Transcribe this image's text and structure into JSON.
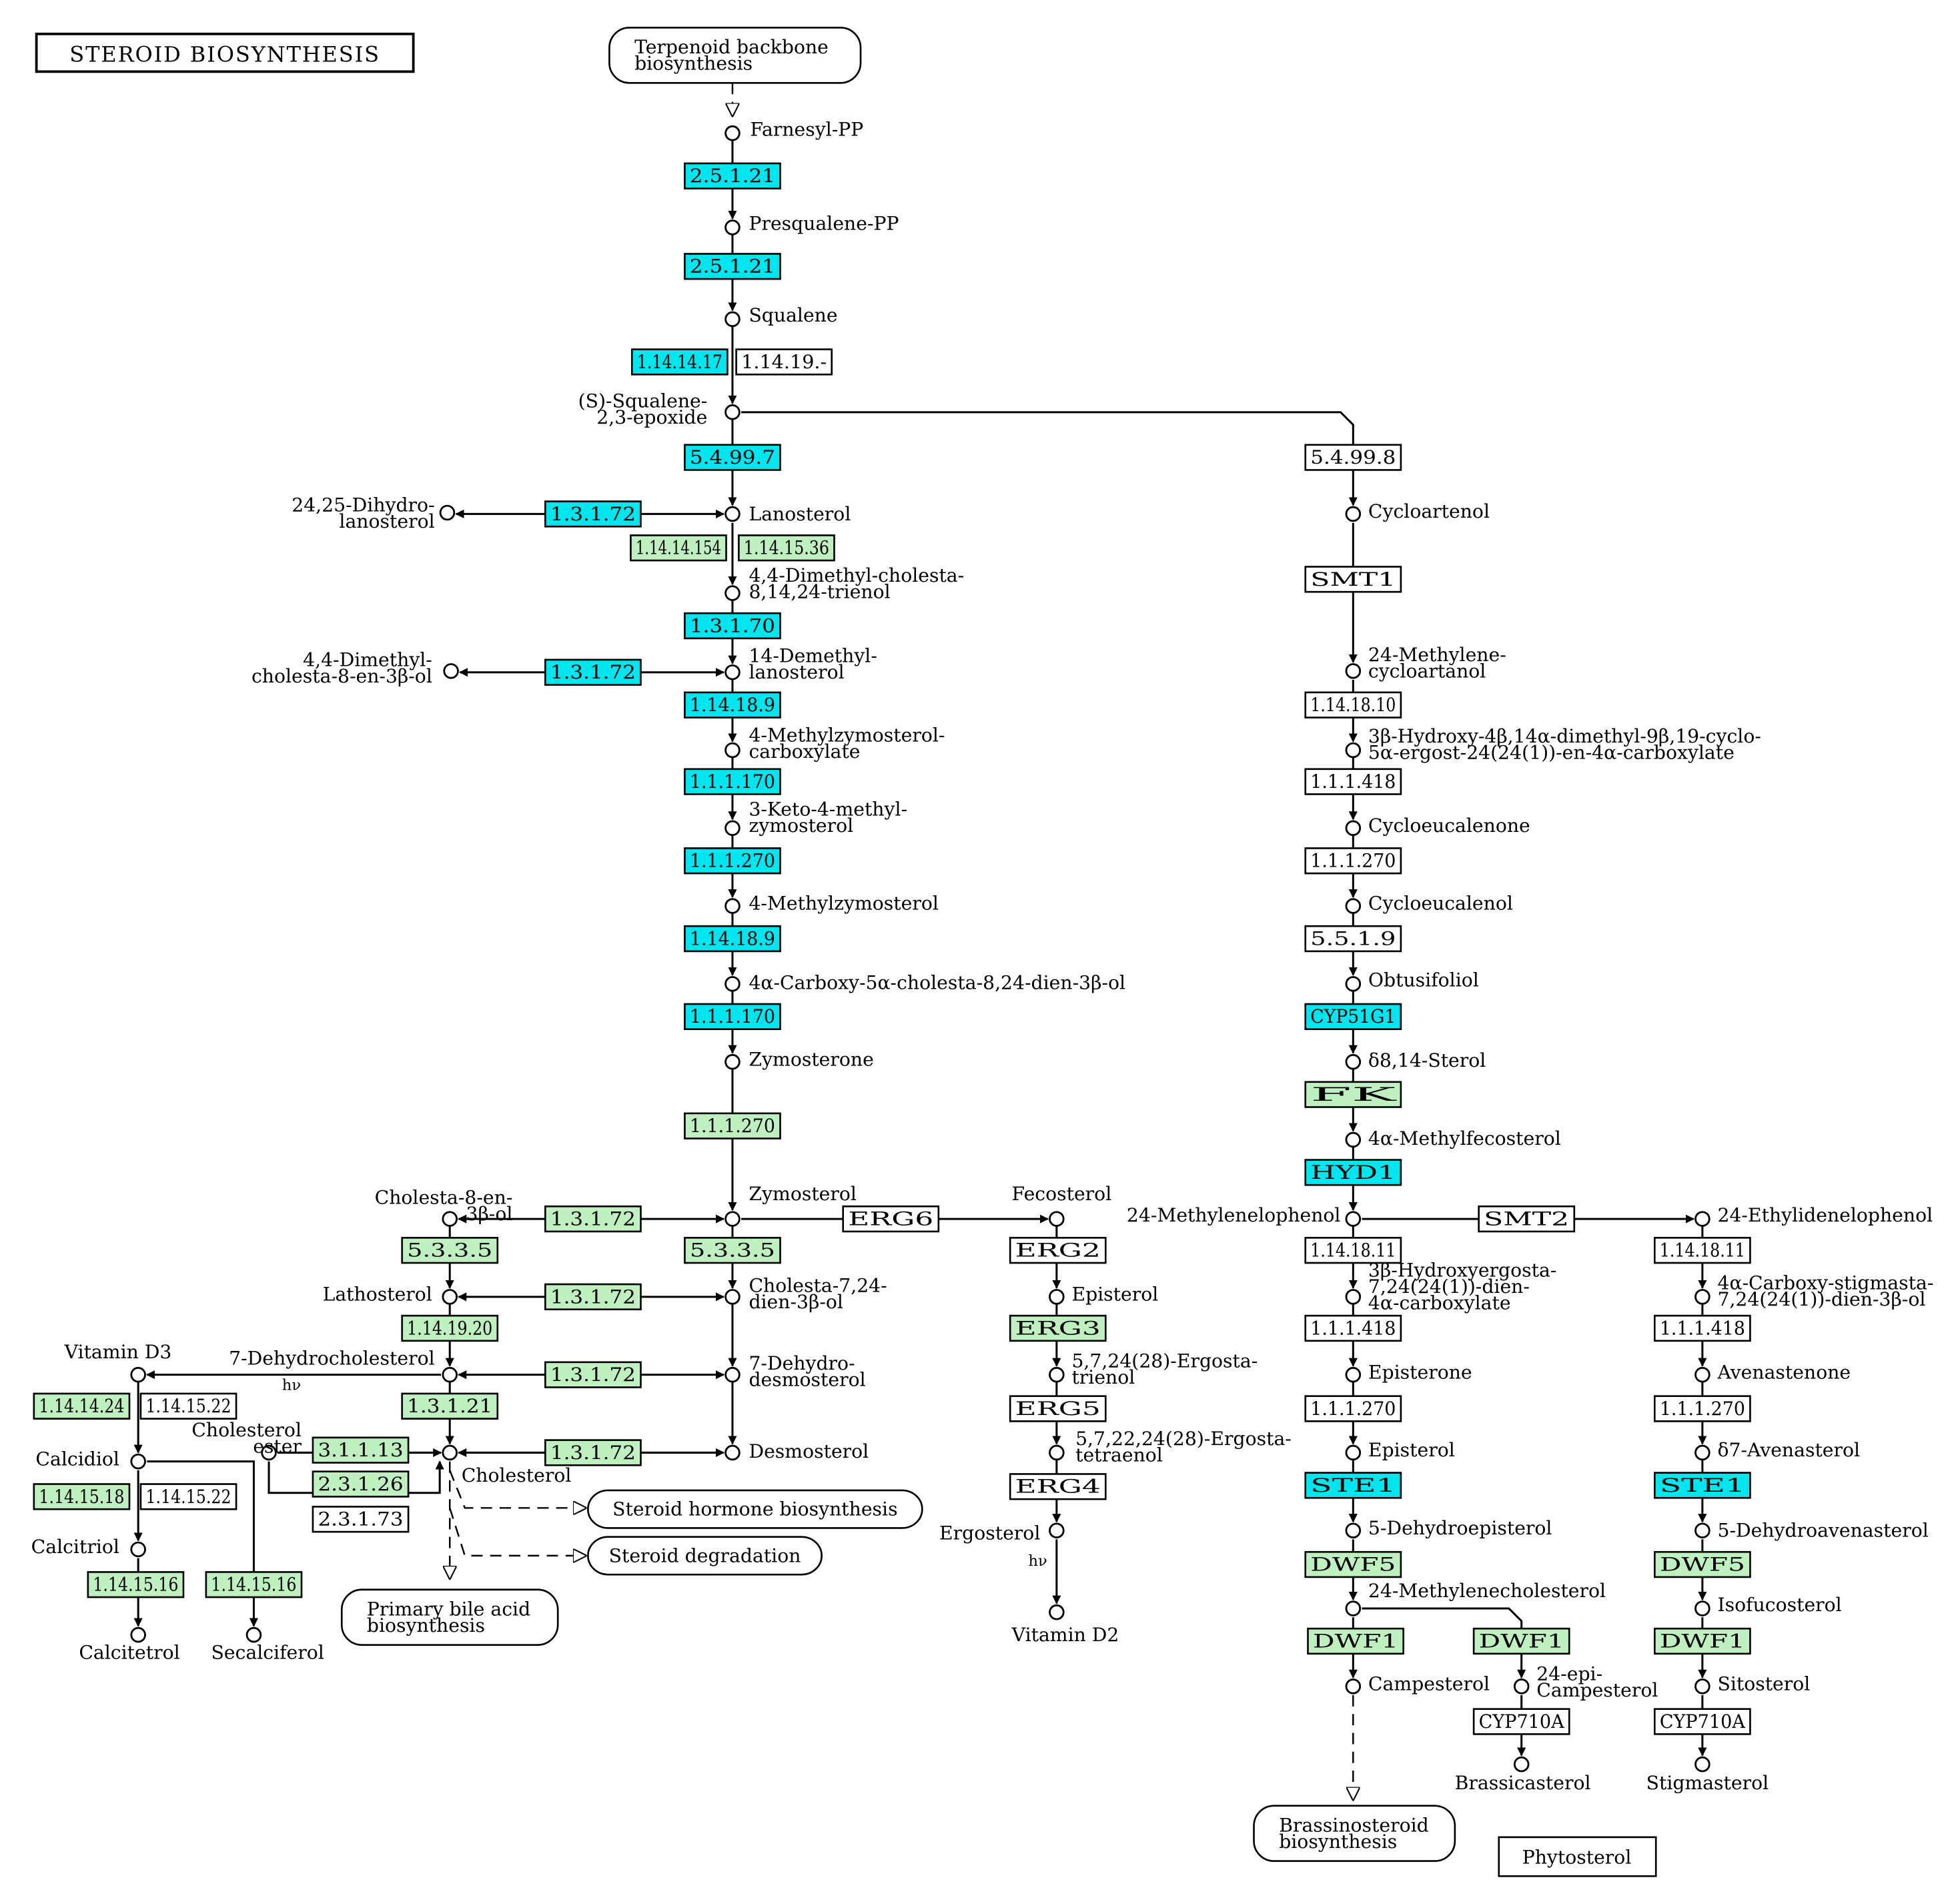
{
  "title": "STEROID BIOSYNTHESIS",
  "colors": {
    "cyan": "#00e5ee",
    "green": "#bff0bf",
    "white": "#ffffff",
    "line": "#000000"
  },
  "compounds": [
    {
      "id": "c1",
      "lines": [
        "Farnesyl-PP"
      ]
    },
    {
      "id": "c2",
      "lines": [
        "Presqualene-PP"
      ]
    },
    {
      "id": "c3",
      "lines": [
        "Squalene"
      ]
    },
    {
      "id": "c4",
      "lines": [
        "(S)-Squalene-",
        "2,3-epoxide"
      ]
    },
    {
      "id": "c5",
      "lines": [
        "Lanosterol"
      ]
    },
    {
      "id": "c6",
      "lines": [
        "24,25-Dihydro-",
        "lanosterol"
      ]
    },
    {
      "id": "c7",
      "lines": [
        "4,4-Dimethyl-cholesta-",
        "8,14,24-trienol"
      ]
    },
    {
      "id": "c8",
      "lines": [
        "14-Demethyl-",
        "lanosterol"
      ]
    },
    {
      "id": "c9",
      "lines": [
        "4,4-Dimethyl-",
        "cholesta-8-en-3β-ol"
      ]
    },
    {
      "id": "c10",
      "lines": [
        "4-Methylzymosterol-",
        "carboxylate"
      ]
    },
    {
      "id": "c11",
      "lines": [
        "3-Keto-4-methyl-",
        "zymosterol"
      ]
    },
    {
      "id": "c12",
      "lines": [
        "4-Methylzymosterol"
      ]
    },
    {
      "id": "c13",
      "lines": [
        "4α-Carboxy-5α-cholesta-8,24-dien-3β-ol"
      ]
    },
    {
      "id": "c14",
      "lines": [
        "Zymosterone"
      ]
    },
    {
      "id": "c15",
      "lines": [
        "Zymosterol"
      ]
    },
    {
      "id": "c16",
      "lines": [
        "Cholesta-8-en-",
        "3β-ol"
      ]
    },
    {
      "id": "c17",
      "lines": [
        "Cholesta-7,24-",
        "dien-3β-ol"
      ]
    },
    {
      "id": "c18",
      "lines": [
        "Lathosterol"
      ]
    },
    {
      "id": "c19",
      "lines": [
        "7-Dehydro-",
        "desmosterol"
      ]
    },
    {
      "id": "c20",
      "lines": [
        "7-Dehydrocholesterol"
      ]
    },
    {
      "id": "c21",
      "lines": [
        "Desmosterol"
      ]
    },
    {
      "id": "c22",
      "lines": [
        "Cholesterol"
      ]
    },
    {
      "id": "c23",
      "lines": [
        "Cholesterol",
        "ester"
      ]
    },
    {
      "id": "c24",
      "lines": [
        "Vitamin D3"
      ]
    },
    {
      "id": "c25",
      "lines": [
        "Calcidiol"
      ]
    },
    {
      "id": "c26",
      "lines": [
        "Calcitriol"
      ]
    },
    {
      "id": "c27",
      "lines": [
        "Calcitetrol"
      ]
    },
    {
      "id": "c28",
      "lines": [
        "Secalciferol"
      ]
    },
    {
      "id": "c29",
      "lines": [
        "Fecosterol"
      ]
    },
    {
      "id": "c30",
      "lines": [
        "Episterol"
      ]
    },
    {
      "id": "c31",
      "lines": [
        "5,7,24(28)-Ergosta-",
        "trienol"
      ]
    },
    {
      "id": "c32",
      "lines": [
        "5,7,22,24(28)-Ergosta-",
        "tetraenol"
      ]
    },
    {
      "id": "c33",
      "lines": [
        "Ergosterol"
      ]
    },
    {
      "id": "c34",
      "lines": [
        "Vitamin D2"
      ]
    },
    {
      "id": "c35",
      "lines": [
        "Cycloartenol"
      ]
    },
    {
      "id": "c36",
      "lines": [
        "24-Methylene-",
        "cycloartanol"
      ]
    },
    {
      "id": "c37",
      "lines": [
        "3β-Hydroxy-4β,14α-dimethyl-9β,19-cyclo-",
        "5α-ergost-24(24(1))-en-4α-carboxylate"
      ]
    },
    {
      "id": "c38",
      "lines": [
        "Cycloeucalenone"
      ]
    },
    {
      "id": "c39",
      "lines": [
        "Cycloeucalenol"
      ]
    },
    {
      "id": "c40",
      "lines": [
        "Obtusifoliol"
      ]
    },
    {
      "id": "c41",
      "lines": [
        "δ8,14-Sterol"
      ]
    },
    {
      "id": "c42",
      "lines": [
        "4α-Methylfecosterol"
      ]
    },
    {
      "id": "c43",
      "lines": [
        "24-Methylenelophenol"
      ]
    },
    {
      "id": "c44",
      "lines": [
        "24-Ethylidenelophenol"
      ]
    },
    {
      "id": "c45",
      "lines": [
        "3β-Hydroxyergosta-",
        "7,24(24(1))-dien-",
        "4α-carboxylate"
      ]
    },
    {
      "id": "c46",
      "lines": [
        "4α-Carboxy-stigmasta-",
        "7,24(24(1))-dien-3β-ol"
      ]
    },
    {
      "id": "c47",
      "lines": [
        "Episterone"
      ]
    },
    {
      "id": "c48",
      "lines": [
        "Avenastenone"
      ]
    },
    {
      "id": "c49",
      "lines": [
        "Episterol"
      ]
    },
    {
      "id": "c50",
      "lines": [
        "δ7-Avenasterol"
      ]
    },
    {
      "id": "c51",
      "lines": [
        "5-Dehydroepisterol"
      ]
    },
    {
      "id": "c52",
      "lines": [
        "5-Dehydroavenasterol"
      ]
    },
    {
      "id": "c53",
      "lines": [
        "24-Methylenecholesterol"
      ]
    },
    {
      "id": "c54",
      "lines": [
        "Isofucosterol"
      ]
    },
    {
      "id": "c55",
      "lines": [
        "Campesterol"
      ]
    },
    {
      "id": "c56",
      "lines": [
        "24-epi-",
        "Campesterol"
      ]
    },
    {
      "id": "c57",
      "lines": [
        "Sitosterol"
      ]
    },
    {
      "id": "c58",
      "lines": [
        "Brassicasterol"
      ]
    },
    {
      "id": "c59",
      "lines": [
        "Stigmasterol"
      ]
    }
  ],
  "enzymes": [
    {
      "id": "e1",
      "label": "2.5.1.21",
      "color": "cyan"
    },
    {
      "id": "e2",
      "label": "2.5.1.21",
      "color": "cyan"
    },
    {
      "id": "e3",
      "label": "1.14.14.17",
      "color": "cyan"
    },
    {
      "id": "e4",
      "label": "1.14.19.-",
      "color": "white"
    },
    {
      "id": "e5",
      "label": "5.4.99.7",
      "color": "cyan"
    },
    {
      "id": "e6",
      "label": "1.3.1.72",
      "color": "cyan"
    },
    {
      "id": "e7",
      "label": "1.14.14.154",
      "color": "green"
    },
    {
      "id": "e8",
      "label": "1.14.15.36",
      "color": "green"
    },
    {
      "id": "e9",
      "label": "1.3.1.70",
      "color": "cyan"
    },
    {
      "id": "e10",
      "label": "1.3.1.72",
      "color": "cyan"
    },
    {
      "id": "e11",
      "label": "1.14.18.9",
      "color": "cyan"
    },
    {
      "id": "e12",
      "label": "1.1.1.170",
      "color": "cyan"
    },
    {
      "id": "e13",
      "label": "1.1.1.270",
      "color": "cyan"
    },
    {
      "id": "e14",
      "label": "1.14.18.9",
      "color": "cyan"
    },
    {
      "id": "e15",
      "label": "1.1.1.170",
      "color": "cyan"
    },
    {
      "id": "e16",
      "label": "1.1.1.270",
      "color": "green"
    },
    {
      "id": "e17",
      "label": "1.3.1.72",
      "color": "green"
    },
    {
      "id": "e18",
      "label": "5.3.3.5",
      "color": "green"
    },
    {
      "id": "e19",
      "label": "5.3.3.5",
      "color": "green"
    },
    {
      "id": "e20",
      "label": "1.3.1.72",
      "color": "green"
    },
    {
      "id": "e21",
      "label": "1.14.19.20",
      "color": "green"
    },
    {
      "id": "e22",
      "label": "1.3.1.72",
      "color": "green"
    },
    {
      "id": "e23",
      "label": "1.3.1.21",
      "color": "green"
    },
    {
      "id": "e24",
      "label": "1.3.1.72",
      "color": "green"
    },
    {
      "id": "e25",
      "label": "3.1.1.13",
      "color": "green"
    },
    {
      "id": "e26",
      "label": "2.3.1.26",
      "color": "green"
    },
    {
      "id": "e27",
      "label": "2.3.1.73",
      "color": "white"
    },
    {
      "id": "e28",
      "label": "1.14.14.24",
      "color": "green"
    },
    {
      "id": "e29",
      "label": "1.14.15.22",
      "color": "white"
    },
    {
      "id": "e30",
      "label": "1.14.15.18",
      "color": "green"
    },
    {
      "id": "e31",
      "label": "1.14.15.22",
      "color": "white"
    },
    {
      "id": "e32",
      "label": "1.14.15.16",
      "color": "green"
    },
    {
      "id": "e33",
      "label": "1.14.15.16",
      "color": "green"
    },
    {
      "id": "e34",
      "label": "ERG6",
      "color": "white"
    },
    {
      "id": "e35",
      "label": "ERG2",
      "color": "white"
    },
    {
      "id": "e36",
      "label": "ERG3",
      "color": "green"
    },
    {
      "id": "e37",
      "label": "ERG5",
      "color": "white"
    },
    {
      "id": "e38",
      "label": "ERG4",
      "color": "white"
    },
    {
      "id": "e39",
      "label": "5.4.99.8",
      "color": "white"
    },
    {
      "id": "e40",
      "label": "SMT1",
      "color": "white"
    },
    {
      "id": "e41",
      "label": "1.14.18.10",
      "color": "white"
    },
    {
      "id": "e42",
      "label": "1.1.1.418",
      "color": "white"
    },
    {
      "id": "e43",
      "label": "1.1.1.270",
      "color": "white"
    },
    {
      "id": "e44",
      "label": "5.5.1.9",
      "color": "white"
    },
    {
      "id": "e45",
      "label": "CYP51G1",
      "color": "cyan"
    },
    {
      "id": "e46",
      "label": "FK",
      "color": "green"
    },
    {
      "id": "e47",
      "label": "HYD1",
      "color": "cyan"
    },
    {
      "id": "e48",
      "label": "SMT2",
      "color": "white"
    },
    {
      "id": "e49",
      "label": "1.14.18.11",
      "color": "white"
    },
    {
      "id": "e50",
      "label": "1.1.1.418",
      "color": "white"
    },
    {
      "id": "e51",
      "label": "1.1.1.270",
      "color": "white"
    },
    {
      "id": "e52",
      "label": "STE1",
      "color": "cyan"
    },
    {
      "id": "e53",
      "label": "DWF5",
      "color": "green"
    },
    {
      "id": "e54",
      "label": "DWF1",
      "color": "green"
    },
    {
      "id": "e55",
      "label": "DWF1",
      "color": "green"
    },
    {
      "id": "e56",
      "label": "CYP710A",
      "color": "white"
    },
    {
      "id": "e57",
      "label": "1.14.18.11",
      "color": "white"
    },
    {
      "id": "e58",
      "label": "1.1.1.418",
      "color": "white"
    },
    {
      "id": "e59",
      "label": "1.1.1.270",
      "color": "white"
    },
    {
      "id": "e60",
      "label": "STE1",
      "color": "cyan"
    },
    {
      "id": "e61",
      "label": "DWF5",
      "color": "green"
    },
    {
      "id": "e62",
      "label": "DWF1",
      "color": "green"
    },
    {
      "id": "e63",
      "label": "CYP710A",
      "color": "white"
    }
  ],
  "pathways": [
    {
      "id": "p1",
      "lines": [
        "Terpenoid backbone",
        "biosynthesis"
      ]
    },
    {
      "id": "p2",
      "lines": [
        "Steroid hormone biosynthesis"
      ]
    },
    {
      "id": "p3",
      "lines": [
        "Steroid degradation"
      ]
    },
    {
      "id": "p4",
      "lines": [
        "Primary bile acid",
        "biosynthesis"
      ]
    },
    {
      "id": "p5",
      "lines": [
        "Brassinosteroid",
        "biosynthesis"
      ]
    }
  ],
  "notes": [
    {
      "id": "n1",
      "text": "hν"
    },
    {
      "id": "n2",
      "text": "hν"
    }
  ],
  "legend_label": "Phytosterol"
}
